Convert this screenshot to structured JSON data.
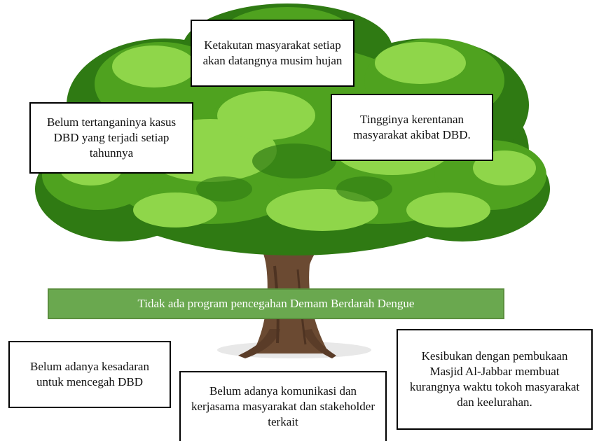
{
  "colors": {
    "box_border": "#000000",
    "problem_bar": "#6aa84f",
    "foliage_dark": "#2f7a13",
    "foliage_mid": "#4fa21f",
    "foliage_light": "#8fd64a",
    "trunk": "#6b4a32"
  },
  "leaves": [
    {
      "text": "Ketakutan masyarakat setiap akan datangnya musim hujan"
    },
    {
      "text": "Belum tertanganinya kasus DBD yang terjadi setiap tahunnya"
    },
    {
      "text": "Tingginya kerentanan masyarakat akibat DBD."
    }
  ],
  "core_problem": "Tidak ada program pencegahan Demam Berdarah Dengue",
  "roots": [
    {
      "text": "Belum adanya kesadaran untuk mencegah DBD"
    },
    {
      "text": "Belum adanya komunikasi dan kerjasama masyarakat dan stakeholder terkait"
    },
    {
      "text": "Kesibukan dengan pembukaan Masjid Al-Jabbar membuat kurangnya waktu tokoh masyarakat dan keelurahan."
    }
  ]
}
